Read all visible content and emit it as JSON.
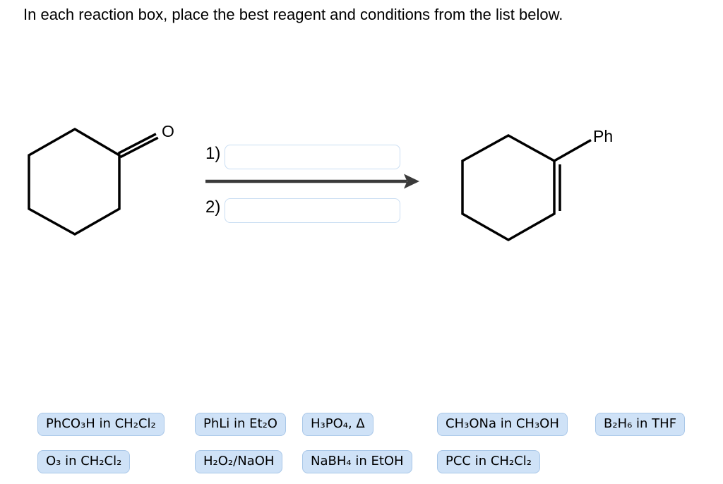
{
  "title": "In each reaction box, place the best reagent and conditions from the list below.",
  "reaction": {
    "reactant_name": "cyclohexanone",
    "product_name": "1-phenylcyclohexene",
    "reactant_atom_label": "O",
    "product_substituent_label": "Ph",
    "steps": [
      {
        "label": "1)",
        "value": ""
      },
      {
        "label": "2)",
        "value": ""
      }
    ]
  },
  "reagent_options": {
    "row1": [
      "PhCO₃H in CH₂Cl₂",
      "PhLi in Et₂O",
      "H₃PO₄, Δ",
      "CH₃ONa in CH₃OH",
      "B₂H₆ in THF"
    ],
    "row2": [
      "O₃ in CH₂Cl₂",
      "H₂O₂/NaOH",
      "NaBH₄ in EtOH",
      "PCC in CH₂Cl₂"
    ]
  },
  "colors": {
    "chip_bg": "#cfe2f7",
    "chip_border": "#a9c7e8",
    "box_border": "#c9ddf2",
    "structure": "#000000",
    "arrow": "#3a3a3a"
  }
}
